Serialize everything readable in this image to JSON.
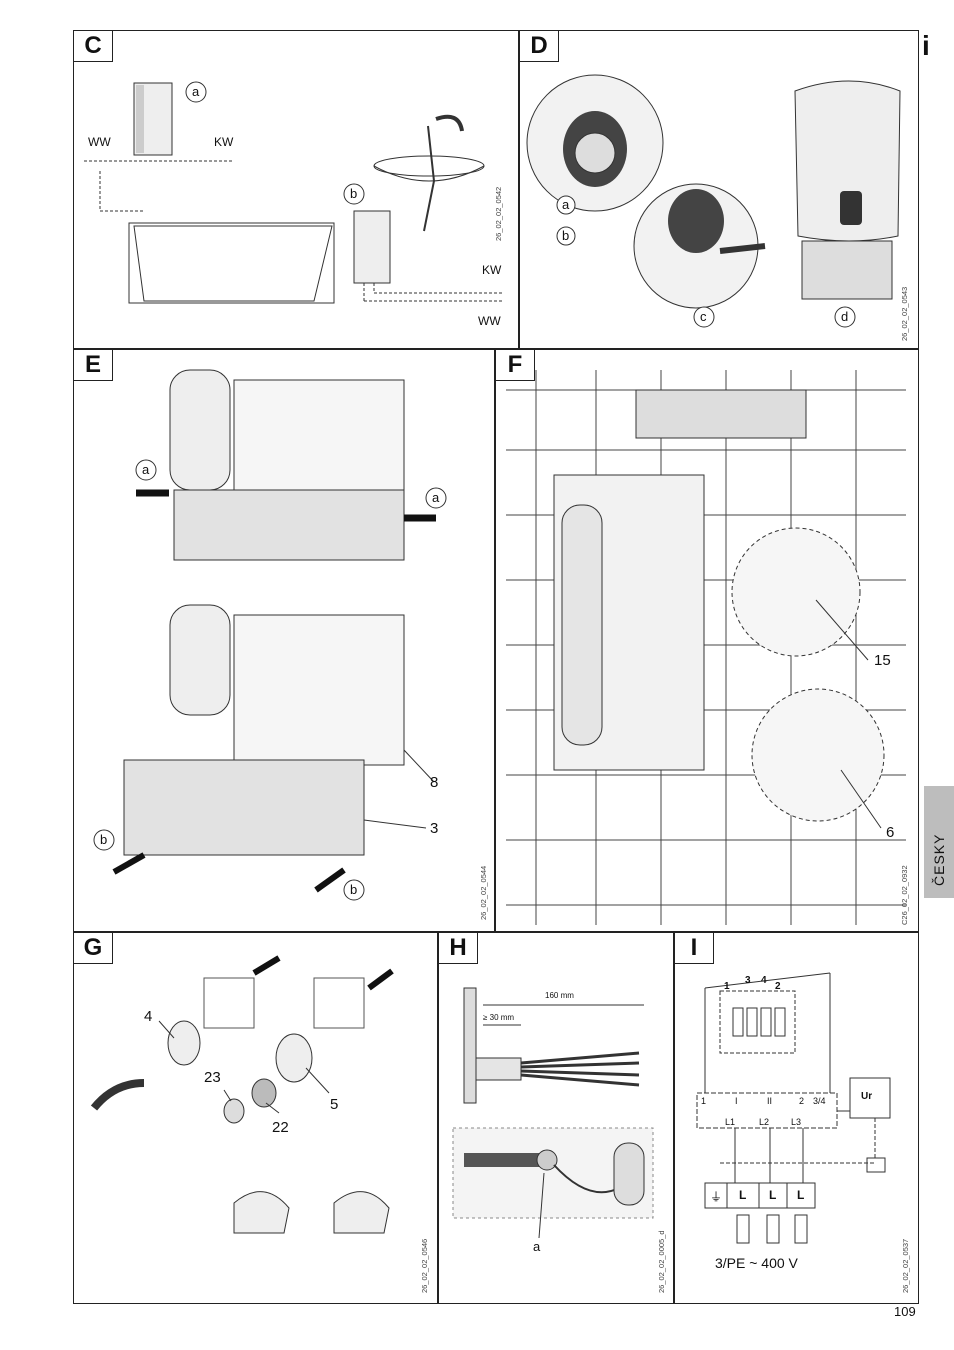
{
  "page_number": "109",
  "info_mark": "i",
  "side_tab": "ČESKY",
  "panels": {
    "C": {
      "label": "C",
      "ref": "26_02_02_0542",
      "callouts": [
        "a",
        "b"
      ],
      "ww": "WW",
      "kw": "KW",
      "kw2": "KW",
      "ww2": "WW"
    },
    "D": {
      "label": "D",
      "ref": "26_02_02_0543",
      "callouts": [
        "a",
        "b",
        "c",
        "d"
      ]
    },
    "E": {
      "label": "E",
      "ref": "26_02_02_0544",
      "callouts": [
        "a",
        "a",
        "b",
        "b"
      ],
      "parts": [
        "8",
        "3"
      ]
    },
    "F": {
      "label": "F",
      "ref": "C26_02_02_0932",
      "parts": [
        "15",
        "6"
      ]
    },
    "G": {
      "label": "G",
      "ref": "26_02_02_0546",
      "parts": [
        "4",
        "23",
        "22",
        "5"
      ]
    },
    "H": {
      "label": "H",
      "ref": "26_02_02_0005_d",
      "dim1": "160 mm",
      "dim2": "≥ 30 mm",
      "callout": "a"
    },
    "I": {
      "label": "I",
      "ref": "26_02_02_0537",
      "terminals_top": [
        "1",
        "3",
        "4",
        "2"
      ],
      "terminals_mid": [
        "1",
        "I",
        "II",
        "2",
        "3/4"
      ],
      "lines": [
        "L1",
        "L2",
        "L3"
      ],
      "fuse": [
        "L",
        "L",
        "L"
      ],
      "supply": "3/PE ~ 400 V",
      "relay": "Ur",
      "earth": "⏚"
    }
  },
  "colors": {
    "line": "#222222",
    "tab": "#bdbdbd"
  }
}
